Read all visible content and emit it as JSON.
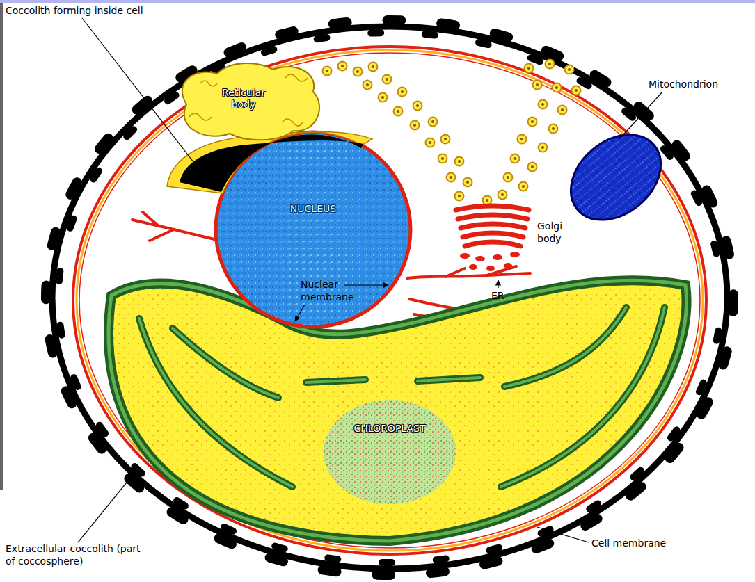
{
  "diagram": {
    "nodes": [
      {
        "text": [
          "Reticular body"
        ]
      },
      {
        "text": [
          "NUCLEUS"
        ]
      },
      {
        "text": [
          "CHLOROPLAST"
        ]
      }
    ],
    "labels": [
      "Coccolith forming inside cell",
      "Mitochondrion",
      "Golgi body",
      "ER",
      "Nuclear membrane",
      "Extracellular coccolith (part of coccosphere)",
      "Cell membrane"
    ]
  }
}
